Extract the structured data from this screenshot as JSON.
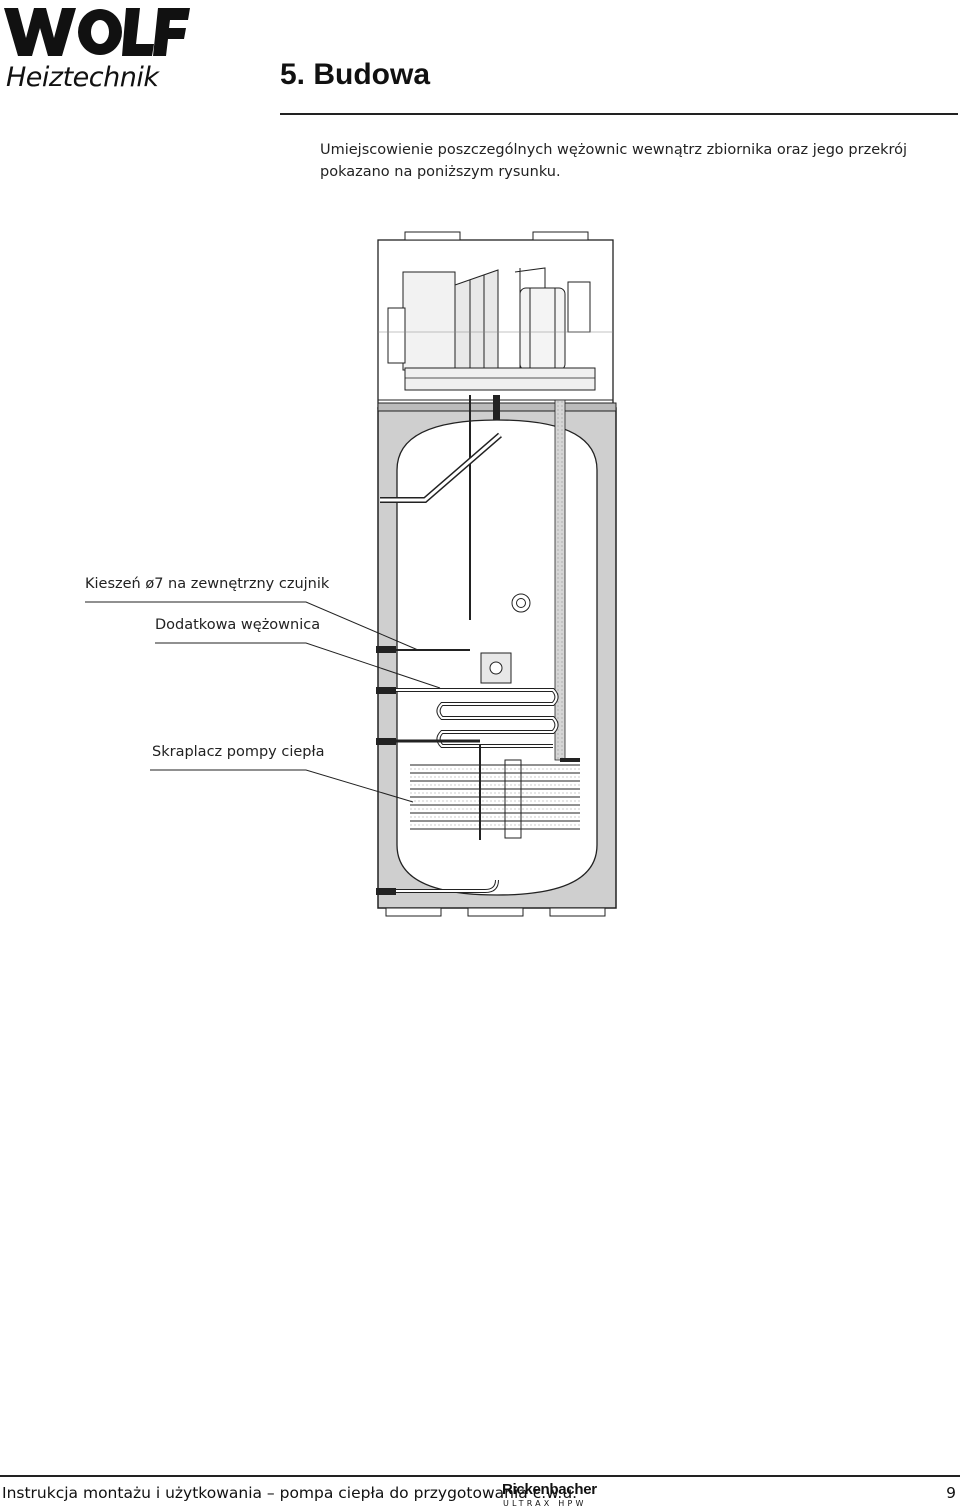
{
  "header": {
    "logo_text": "WOLF",
    "logo_subtitle": "Heiztechnik",
    "section_title": "5. Budowa"
  },
  "intro_text": "Umiejscowienie poszczególnych wężownic wewnątrz zbiornika oraz jego przekrój pokazano na poniższym rysunku.",
  "drawing_labels": {
    "sensor_pocket": "Kieszeń ø7 na zewnętrzny czujnik",
    "extra_coil": "Dodatkowa wężownica",
    "condenser": "Skraplacz pompy ciepła"
  },
  "footer": {
    "manual_title": "Instrukcja montażu i użytkowania – pompa ciepła do przygotowania c.w.u.",
    "brand_name": "Rickenbacher",
    "brand_subtitle": "ULTRAX HPW",
    "page_number": "9"
  }
}
